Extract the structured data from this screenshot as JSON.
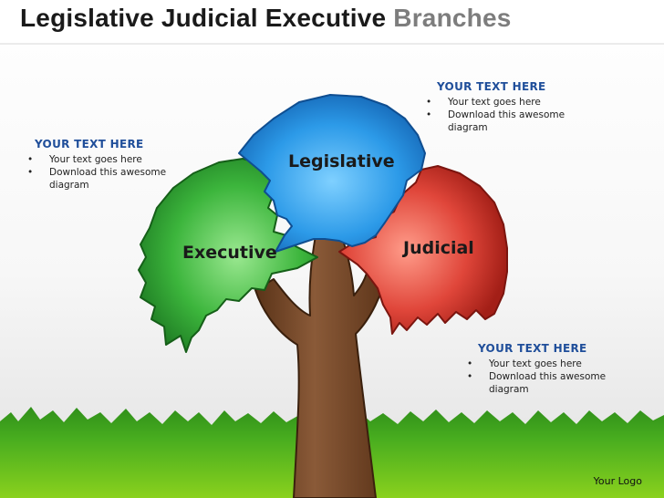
{
  "title": {
    "main": "Legislative Judicial Executive",
    "sub": "Branches"
  },
  "branches": {
    "legislative": {
      "label": "Legislative",
      "color": "#2c9ae8"
    },
    "executive": {
      "label": "Executive",
      "color": "#3cb53c"
    },
    "judicial": {
      "label": "Judicial",
      "color": "#e0463a"
    }
  },
  "callouts": {
    "top_right": {
      "heading": "YOUR TEXT HERE",
      "bullets": [
        "Your text goes here",
        "Download this awesome diagram"
      ]
    },
    "left": {
      "heading": "YOUR TEXT HERE",
      "bullets": [
        "Your text goes here",
        "Download this awesome diagram"
      ]
    },
    "bottom_right": {
      "heading": "YOUR TEXT HERE",
      "bullets": [
        "Your text goes here",
        "Download this awesome diagram"
      ]
    }
  },
  "footer": {
    "logo": "Your Logo"
  },
  "colors": {
    "heading": "#1f4e9a",
    "trunk": "#7a4a2c",
    "grass": "#3fa020"
  }
}
